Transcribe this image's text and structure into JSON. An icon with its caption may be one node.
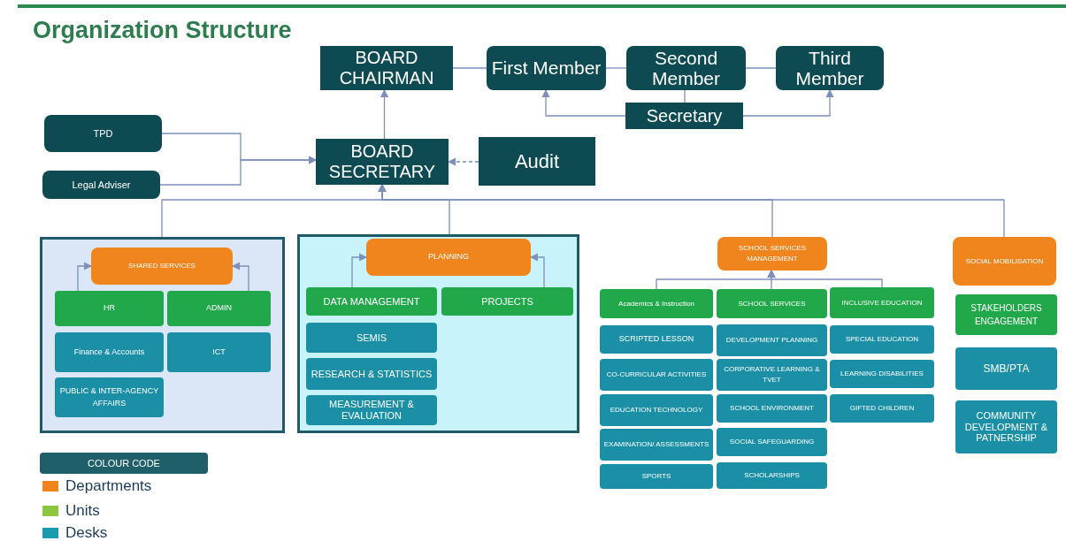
{
  "diagram": {
    "title": "Organization Structure",
    "nodes": [
      {
        "text": [
          "BOARD CHAIRMAN"
        ]
      },
      {
        "text": [
          "First Member"
        ]
      },
      {
        "text": [
          "Second Member"
        ]
      },
      {
        "text": [
          "Third Member"
        ]
      },
      {
        "text": [
          "Secretary"
        ]
      },
      {
        "text": [
          "TPD"
        ]
      },
      {
        "text": [
          "Legal Adviser"
        ]
      },
      {
        "text": [
          "BOARD SECRETARY"
        ]
      },
      {
        "text": [
          "Audit"
        ]
      },
      {
        "text": [],
        "shape": "box"
      },
      {
        "text": [
          "SHARED SERVICES"
        ],
        "in": 9
      },
      {
        "text": [
          "HR"
        ],
        "in": 9
      },
      {
        "text": [
          "ADMIN"
        ],
        "in": 9
      },
      {
        "text": [
          "Finance & Accounts"
        ],
        "in": 9
      },
      {
        "text": [
          "ICT"
        ],
        "in": 9
      },
      {
        "text": [
          "PUBLIC & INTER-AGENCY AFFAIRS"
        ],
        "in": 9
      },
      {
        "text": [],
        "shape": "box"
      },
      {
        "text": [
          "PLANNING"
        ],
        "in": 16
      },
      {
        "text": [
          "DATA MANAGEMENT"
        ],
        "in": 16
      },
      {
        "text": [
          "PROJECTS"
        ],
        "in": 16
      },
      {
        "text": [
          "SEMIS"
        ],
        "in": 16
      },
      {
        "text": [
          "RESEARCH & STATISTICS"
        ],
        "in": 16
      },
      {
        "text": [
          "MEASUREMENT & EVALUATION"
        ],
        "in": 16
      },
      {
        "text": [
          "SCHOOL SERVICES MANAGEMENT"
        ]
      },
      {
        "text": [
          "Academics & Instruction"
        ]
      },
      {
        "text": [
          "SCHOOL SERVICES"
        ]
      },
      {
        "text": [
          "INCLUSIVE EDUCATION"
        ]
      },
      {
        "text": [
          "SCRIPTED LESSON"
        ]
      },
      {
        "text": [
          "DEVELOPMENT PLANNING"
        ]
      },
      {
        "text": [
          "SPECIAL EDUCATION"
        ]
      },
      {
        "text": [
          "CO-CURRICULAR ACTIVITIES"
        ]
      },
      {
        "text": [
          "CORPORATIVE LEARNING & TVET"
        ]
      },
      {
        "text": [
          "LEARNING DISABILITIES"
        ]
      },
      {
        "text": [
          "EDUCATION TECHNOLOGY"
        ]
      },
      {
        "text": [
          "SCHOOL ENVIRONMENT"
        ]
      },
      {
        "text": [
          "GIFTED CHILDREN"
        ]
      },
      {
        "text": [
          "EXAMINATION/ ASSESSMENTS"
        ]
      },
      {
        "text": [
          "SOCIAL SAFEGUARDING"
        ]
      },
      {
        "text": [
          "SPORTS"
        ]
      },
      {
        "text": [
          "SCHOLARSHIPS"
        ]
      },
      {
        "text": [
          "SOCIAL MOBILISATION"
        ]
      },
      {
        "text": [
          "STAKEHOLDERS ENGAGEMENT"
        ]
      },
      {
        "text": [
          "SMB/PTA"
        ]
      },
      {
        "text": [
          "COMMUNITY DEVELOPMENT & PATNERSHIP"
        ]
      },
      {
        "text": [
          "COLOUR CODE"
        ]
      }
    ],
    "edges": [
      {
        "from": 0,
        "to": 1,
        "arrow": "none"
      },
      {
        "from": 1,
        "to": 2,
        "arrow": "none"
      },
      {
        "from": 2,
        "to": 3,
        "arrow": "none"
      },
      {
        "from": 2,
        "to": 4,
        "arrow": "none"
      },
      {
        "from": 4,
        "to": 1,
        "arrow": "to"
      },
      {
        "from": 4,
        "to": 3,
        "arrow": "to"
      },
      {
        "from": 5,
        "to": 7,
        "arrow": "to"
      },
      {
        "from": 6,
        "to": 7,
        "arrow": "to"
      },
      {
        "from": 8,
        "to": 7,
        "arrow": "to",
        "style": "dashed"
      },
      {
        "from": 7,
        "to": 0,
        "arrow": "to"
      },
      {
        "from": 9,
        "to": 7,
        "arrow": "to"
      },
      {
        "from": 16,
        "to": 7,
        "arrow": "to"
      },
      {
        "from": 23,
        "to": 7,
        "arrow": "to"
      },
      {
        "from": 40,
        "to": 7,
        "arrow": "to"
      },
      {
        "from": 11,
        "to": 10,
        "arrow": "to"
      },
      {
        "from": 12,
        "to": 10,
        "arrow": "to"
      },
      {
        "from": 18,
        "to": 17,
        "arrow": "to"
      },
      {
        "from": 19,
        "to": 17,
        "arrow": "to"
      },
      {
        "from": 24,
        "to": 23,
        "arrow": "to"
      },
      {
        "from": 25,
        "to": 23,
        "arrow": "to"
      },
      {
        "from": 26,
        "to": 23,
        "arrow": "to"
      }
    ],
    "legend": [
      {
        "text": "Departments",
        "color": "#f0841d"
      },
      {
        "text": "Units",
        "color": "#8dc63f"
      },
      {
        "text": "Desks",
        "color": "#1b9bb0"
      }
    ]
  }
}
